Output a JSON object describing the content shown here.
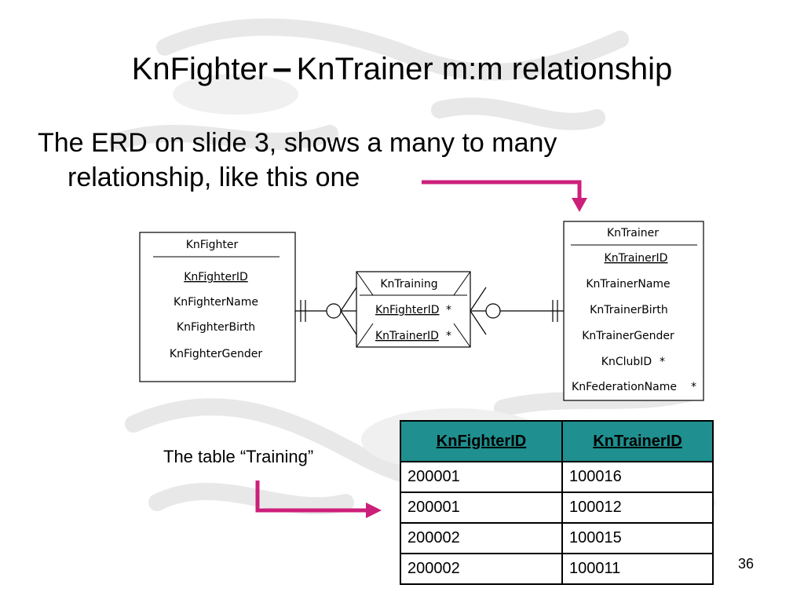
{
  "slide": {
    "title_left": "KnFighter",
    "title_dash": "–",
    "title_right": "KnTrainer m:m relationship",
    "bullet_line1": "The ERD on slide 3, shows a many to many",
    "bullet_line2": "relationship, like this one",
    "caption": "The table “Training”",
    "slide_number": "36",
    "accent_color": "#cc1f7a"
  },
  "erd": {
    "fighter": {
      "name": "KnFighter",
      "key": "KnFighterID",
      "attributes": [
        "KnFighterName",
        "KnFighterBirth",
        "KnFighterGender"
      ]
    },
    "training": {
      "name": "KnTraining",
      "keys": [
        "KnFighterID",
        "KnTrainerID"
      ],
      "star": "*"
    },
    "trainer": {
      "name": "KnTrainer",
      "key": "KnTrainerID",
      "attributes": [
        "KnTrainerName",
        "KnTrainerBirth",
        "KnTrainerGender",
        "KnClubID",
        "KnFederationName"
      ],
      "star": "*"
    }
  },
  "training_table": {
    "header_color": "#1f8f8f",
    "columns": [
      "KnFighterID",
      "KnTrainerID"
    ],
    "rows": [
      [
        "200001",
        "100016"
      ],
      [
        "200001",
        "100012"
      ],
      [
        "200002",
        "100015"
      ],
      [
        "200002",
        "100011"
      ]
    ]
  }
}
